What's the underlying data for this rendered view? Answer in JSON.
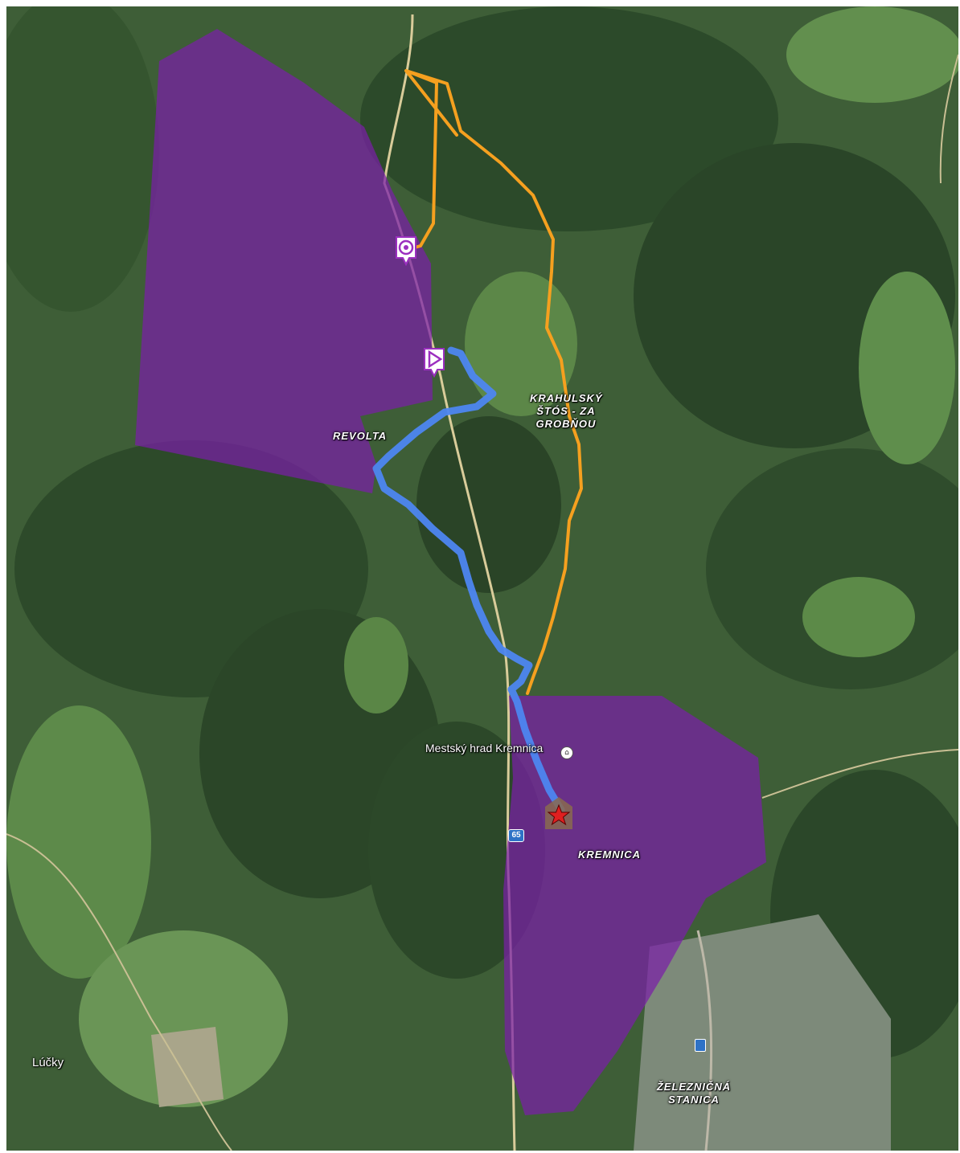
{
  "map": {
    "labels": {
      "revolta": "REVOLTA",
      "krahulsky": [
        "KRAHULSKÝ",
        "ŠTÓS - ZA",
        "GROBŇOU"
      ],
      "castle": "Mestský hrad Kremnica",
      "kremnica": "KREMNICA",
      "station": [
        "ŽELEZNIČNÁ",
        "STANICA"
      ],
      "lucky": "Lúčky",
      "road_number": "65"
    },
    "markers": [
      {
        "name": "target-pin",
        "icon": "target-icon",
        "color": "#9b2fbf"
      },
      {
        "name": "start-pin",
        "icon": "play-triangle-icon",
        "color": "#9b2fbf"
      },
      {
        "name": "destination-pin",
        "icon": "star-icon",
        "color": "#e02020"
      }
    ],
    "colors": {
      "area_fill": "#7a1fa8",
      "blue_route": "#4d86f0",
      "orange_route": "#f5a01f",
      "road": "#d9cc9a"
    }
  }
}
